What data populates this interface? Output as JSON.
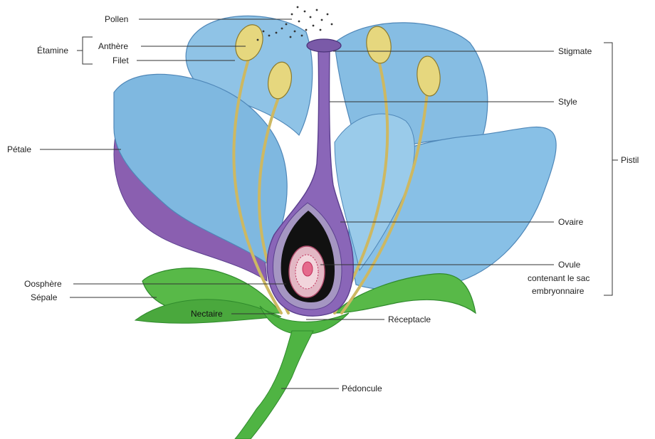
{
  "labels": {
    "pollen": "Pollen",
    "etamine": "Étamine",
    "anthere": "Anthère",
    "filet": "Filet",
    "petale": "Pétale",
    "oosphere": "Oosphère",
    "sepale": "Sépale",
    "nectaire": "Nectaire",
    "receptacle": "Réceptacle",
    "pedoncule": "Pédoncule",
    "stigmate": "Stigmate",
    "style": "Style",
    "pistil": "Pistil",
    "ovaire": "Ovaire",
    "ovule_line1": "Ovule",
    "ovule_line2": "contenant le sac",
    "ovule_line3": "embryonnaire"
  },
  "colors": {
    "petal_light": "#8fc3e6",
    "petal_dark": "#5a9dd0",
    "petal_shadow": "#8a5fb0",
    "pistil": "#8a66b8",
    "pistil_dark": "#5b3f8e",
    "ovary_cavity": "#111111",
    "ovule": "#d9a3b5",
    "ovule_core": "#c0305a",
    "stamen_filament": "#d9c77a",
    "anther": "#e6d77e",
    "sepal": "#58b948",
    "sepal_dark": "#2f8a2c",
    "pollen_dots": "#333333"
  }
}
